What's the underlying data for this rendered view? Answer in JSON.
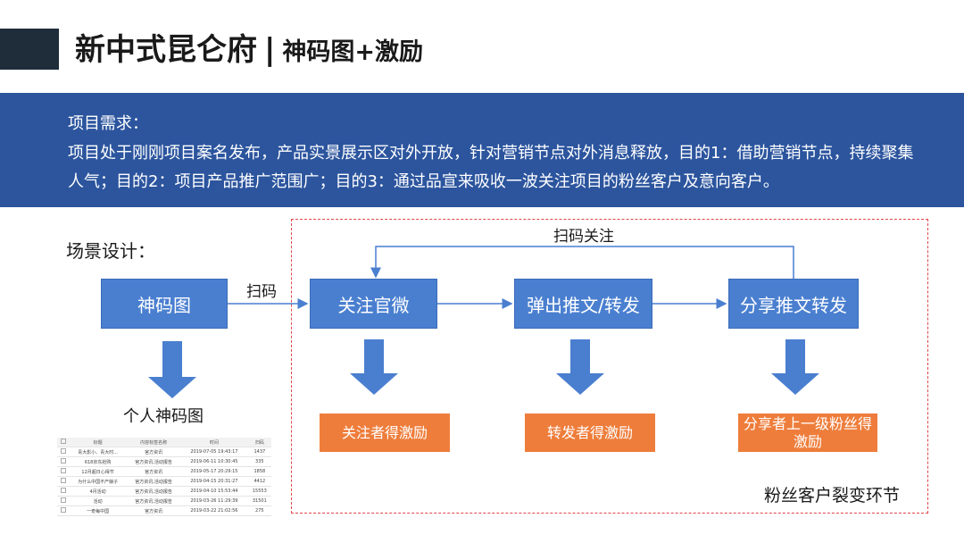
{
  "header": {
    "title": "新中式昆仑府",
    "separator": "|",
    "subtitle": "神码图+激励"
  },
  "requirements": {
    "label": "项目需求：",
    "text": "项目处于刚刚项目案名发布，产品实景展示区对外开放，针对营销节点对外消息释放，目的1：借助营销节点，持续聚集人气；目的2：项目产品推广范围广；目的3：通过品宣来吸收一波关注项目的粉丝客户及意向客户。"
  },
  "scene": {
    "label": "场景设计："
  },
  "flow": {
    "start": "神码图",
    "scan_label": "扫码",
    "step1": "关注官微",
    "step2": "弹出推文/转发",
    "step3": "分享推文转发",
    "loop_label": "扫码关注",
    "personal_label": "个人神码图",
    "reward1": "关注者得激励",
    "reward2": "转发者得激励",
    "reward3": "分享者上一级粉丝得激励",
    "region_label": "粉丝客户裂变环节"
  },
  "thumbnail": {
    "headers": [
      "",
      "标题",
      "内容标签名称",
      "时间",
      "扫码"
    ],
    "rows": [
      [
        "",
        "青大影小、青大时...",
        "官方资讯",
        "2019-07-05 19:43:17",
        "1437"
      ],
      [
        "",
        "618京东抢购",
        "官方资讯,活动报告",
        "2019-06-11 10:30:45",
        "335"
      ],
      [
        "",
        "12月超日心得节",
        "官方资讯",
        "2019-05-17 20:29:15",
        "1858"
      ],
      [
        "",
        "为什么中国不产娘子",
        "官方资讯,活动报告",
        "2019-04-15 20:31:27",
        "4412"
      ],
      [
        "",
        "4月活动",
        "官方资讯,活动报告",
        "2019-04-10 15:53:44",
        "15553"
      ],
      [
        "",
        "活动",
        "官方资讯,活动报告",
        "2019-03-26 11:29:39",
        "31501"
      ],
      [
        "",
        "一奇每中国",
        "官方资讯",
        "2019-03-22 21:02:56",
        "275"
      ]
    ]
  }
}
